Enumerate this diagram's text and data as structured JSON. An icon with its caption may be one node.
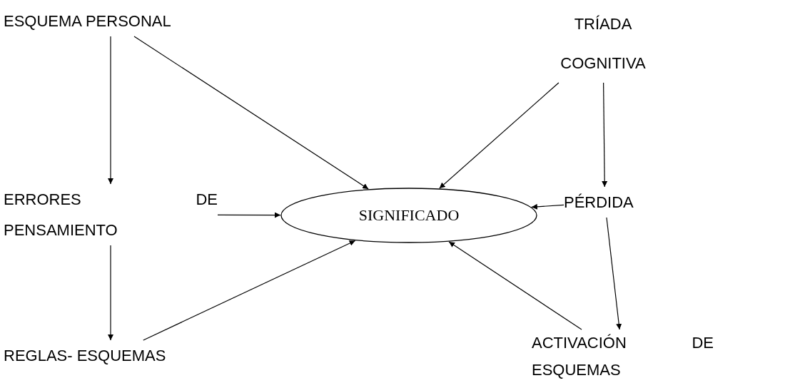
{
  "diagram": {
    "nodes": [
      {
        "text": [
          "ESQUEMA PERSONAL"
        ]
      },
      {
        "text": [
          "TRÍADA COGNITIVA"
        ]
      },
      {
        "text": [
          "ERRORES DE PENSAMIENTO"
        ]
      },
      {
        "text": [
          "SIGNIFICADO"
        ]
      },
      {
        "text": [
          "PÉRDIDA"
        ]
      },
      {
        "text": [
          "REGLAS- ESQUEMAS"
        ]
      },
      {
        "text": [
          "ACTIVACIÓN DE ESQUEMAS"
        ]
      }
    ],
    "edges": [
      {
        "from": 0,
        "to": 2,
        "arrow": "to"
      },
      {
        "from": 0,
        "to": 3,
        "arrow": "to"
      },
      {
        "from": 1,
        "to": 3,
        "arrow": "to"
      },
      {
        "from": 1,
        "to": 4,
        "arrow": "to"
      },
      {
        "from": 4,
        "to": 3,
        "arrow": "to"
      },
      {
        "from": 2,
        "to": 3,
        "arrow": "to"
      },
      {
        "from": 2,
        "to": 5,
        "arrow": "to"
      },
      {
        "from": 5,
        "to": 3,
        "arrow": "to"
      },
      {
        "from": 6,
        "to": 3,
        "arrow": "to"
      },
      {
        "from": 4,
        "to": 6,
        "arrow": "to"
      }
    ]
  }
}
